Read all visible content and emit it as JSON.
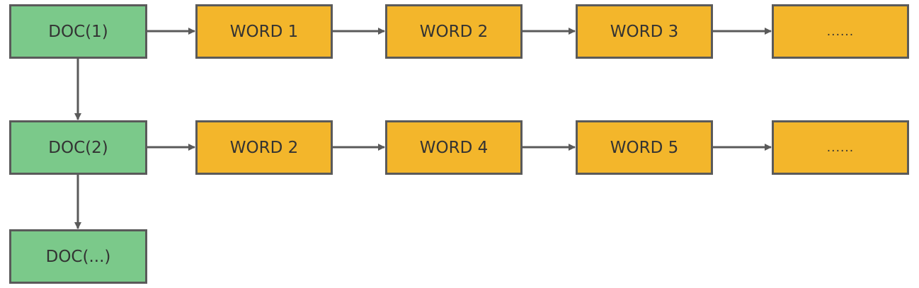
{
  "docs": [
    "DOC(1)",
    "DOC(2)",
    "DOC(...)"
  ],
  "rows": [
    {
      "words": [
        "WORD 1",
        "WORD 2",
        "WORD 3",
        "......"
      ]
    },
    {
      "words": [
        "WORD 2",
        "WORD 4",
        "WORD 5",
        "......"
      ]
    }
  ],
  "colors": {
    "doc_fill": "#7bc98a",
    "word_fill": "#f3b62b",
    "border": "#5a5a5a",
    "arrow": "#5a5a5a"
  }
}
